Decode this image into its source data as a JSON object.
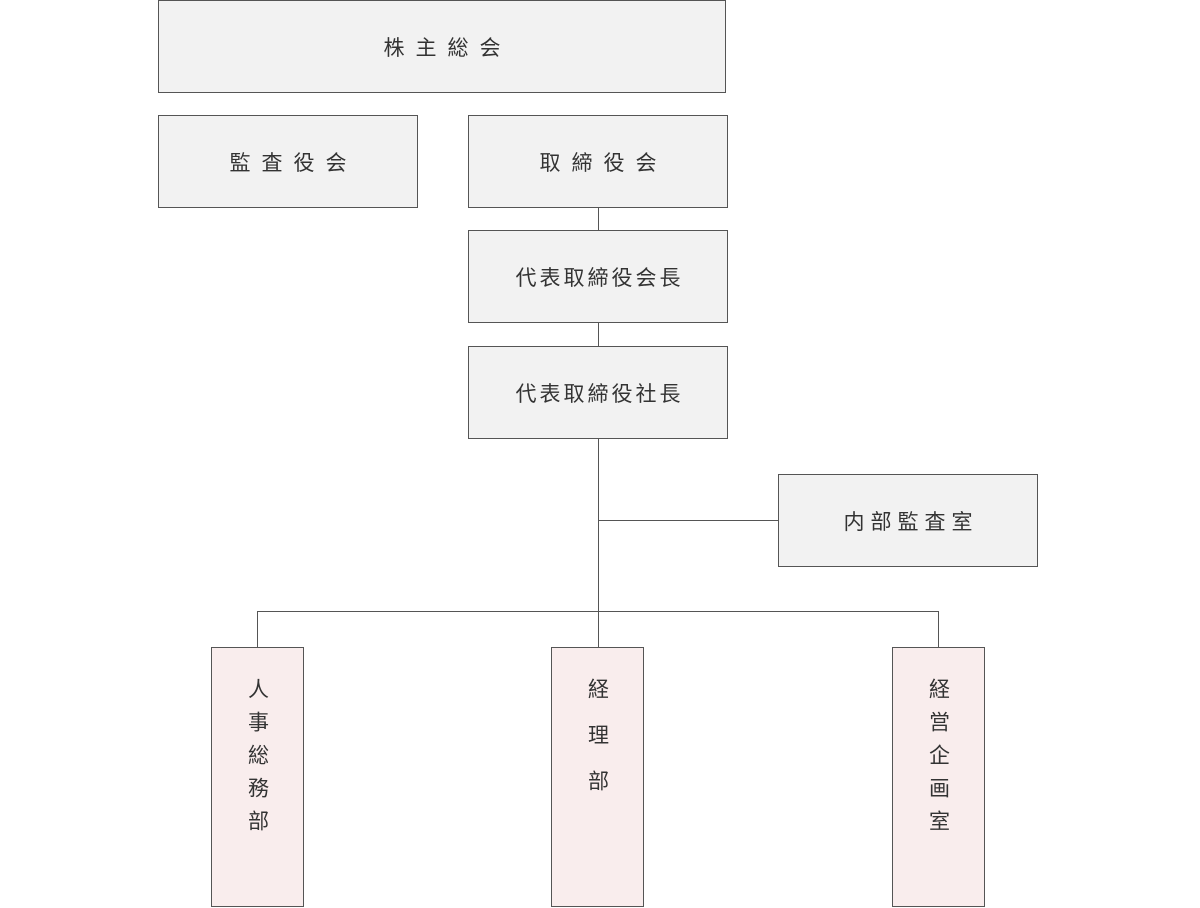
{
  "org_chart": {
    "shareholders_meeting": "株主総会",
    "audit_board": "監査役会",
    "board_of_directors": "取締役会",
    "chairman": "代表取締役会長",
    "president": "代表取締役社長",
    "internal_audit": "内部監査室",
    "departments": [
      {
        "label": "人事総務部"
      },
      {
        "label": "経理部"
      },
      {
        "label": "経営企画室"
      }
    ]
  },
  "colors": {
    "box_fill": "#f2f2f2",
    "department_fill": "#f9eded",
    "border": "#555555",
    "text": "#333333"
  }
}
